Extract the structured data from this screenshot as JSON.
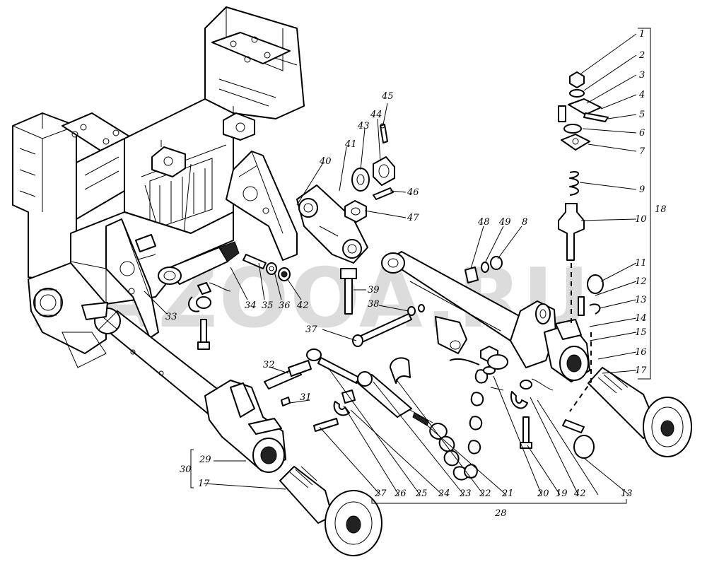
{
  "watermark": "KAZOOA.RU",
  "callouts": {
    "c1": "1",
    "c2": "2",
    "c3": "3",
    "c4": "4",
    "c5": "5",
    "c6": "6",
    "c7": "7",
    "c8": "8",
    "c9": "9",
    "c10": "10",
    "c11": "11",
    "c12": "12",
    "c13": "13",
    "c13b": "13",
    "c14": "14",
    "c15": "15",
    "c16": "16",
    "c17": "17",
    "c17b": "17",
    "c18": "18",
    "c19": "19",
    "c20": "20",
    "c21": "21",
    "c22": "22",
    "c23": "23",
    "c24": "24",
    "c25": "25",
    "c26": "26",
    "c27": "27",
    "c28": "28",
    "c29": "29",
    "c30": "30",
    "c31": "31",
    "c32": "32",
    "c33": "33",
    "c34": "34",
    "c35": "35",
    "c36": "36",
    "c37": "37",
    "c38": "38",
    "c39": "39",
    "c40": "40",
    "c41": "41",
    "c42": "42",
    "c42b": "42",
    "c43": "43",
    "c44": "44",
    "c45": "45",
    "c46": "46",
    "c47": "47",
    "c48": "48",
    "c49": "49"
  }
}
